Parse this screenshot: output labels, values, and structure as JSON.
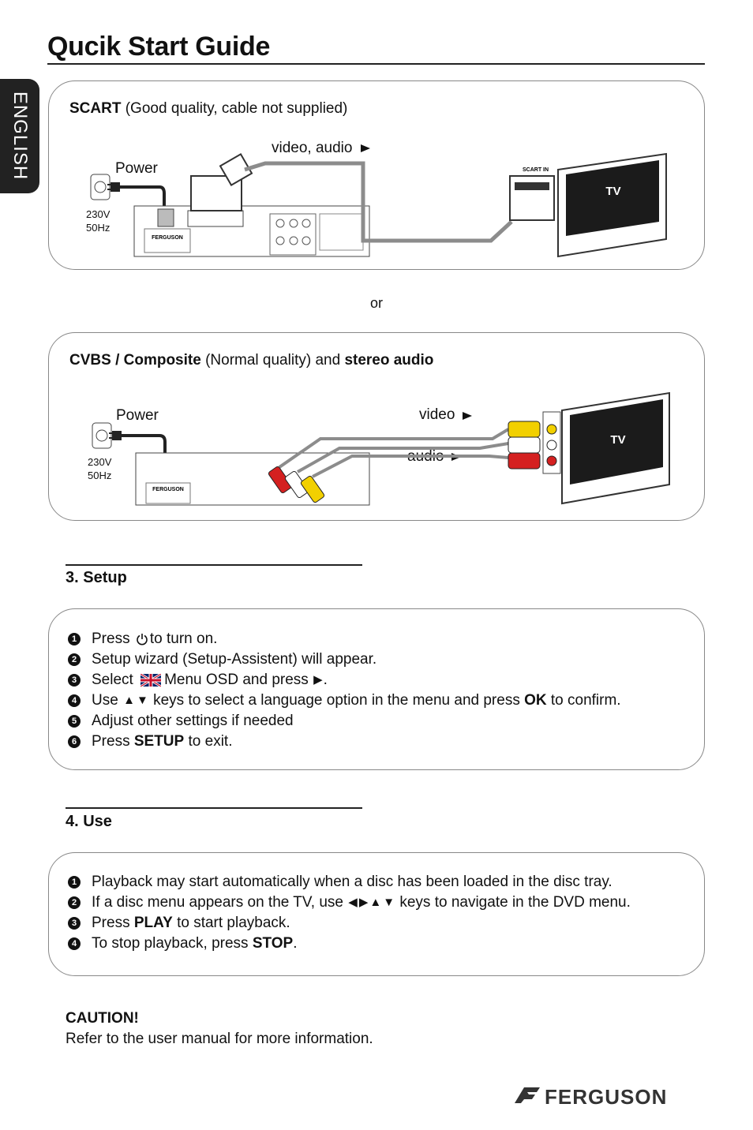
{
  "header": {
    "title": "Qucik Start Guide",
    "language_tab": "ENGLISH"
  },
  "scart_panel": {
    "title_bold": "SCART",
    "title_rest": " (Good quality, cable not supplied)",
    "power_label": "Power",
    "voltage": "230V",
    "frequency": "50Hz",
    "signal_label": "video, audio",
    "tv_port_label": "SCART IN",
    "tv_label": "TV"
  },
  "or_label": "or",
  "cvbs_panel": {
    "title_bold1": "CVBS / Composite",
    "title_mid": " (Normal quality) and ",
    "title_bold2": "stereo audio",
    "power_label": "Power",
    "voltage": "230V",
    "frequency": "50Hz",
    "video_label": "video",
    "audio_label": "audio",
    "tv_label": "TV"
  },
  "setup": {
    "heading": "3. Setup",
    "items": [
      {
        "n": "1",
        "pre": "Press",
        "post": "to turn on."
      },
      {
        "n": "2",
        "text": "Setup wizard (Setup-Assistent) will appear."
      },
      {
        "n": "3",
        "pre": "Select",
        "post": "Menu OSD and press"
      },
      {
        "n": "4",
        "pre": "Use",
        "mid": "keys to select a language option in the menu and press",
        "kw": "OK",
        "post": "to confirm."
      },
      {
        "n": "5",
        "text": "Adjust other settings if needed"
      },
      {
        "n": "6",
        "pre": "Press",
        "kw": "SETUP",
        "post": "to exit."
      }
    ]
  },
  "use": {
    "heading": "4. Use",
    "items": [
      {
        "n": "1",
        "text": "Playback may start automatically when a disc has been loaded in the disc tray."
      },
      {
        "n": "2",
        "pre": "If a disc menu appears on the TV, use",
        "post": "keys to navigate in the DVD menu."
      },
      {
        "n": "3",
        "pre": "Press",
        "kw": "PLAY",
        "post": "to start playback."
      },
      {
        "n": "4",
        "pre": "To stop playback, press",
        "kw": "STOP",
        "post": "."
      }
    ]
  },
  "caution": {
    "title": "CAUTION!",
    "text": "Refer to the user manual for more information."
  },
  "brand": {
    "logo_text": "FERGUSON",
    "device_brand": "FERGUSON"
  },
  "icons": [
    "power-icon",
    "uk-flag-icon",
    "arrow-right-icon",
    "arrow-up-icon",
    "arrow-down-icon",
    "arrow-left-icon",
    "ferguson-logo-icon"
  ],
  "colors": {
    "text": "#111111",
    "rule": "#222222",
    "panel_border": "#888888",
    "cable_grey": "#8c8c8c",
    "rca_yellow": "#f2d000",
    "rca_red": "#d42020",
    "tv_screen": "#1b1b1b"
  }
}
